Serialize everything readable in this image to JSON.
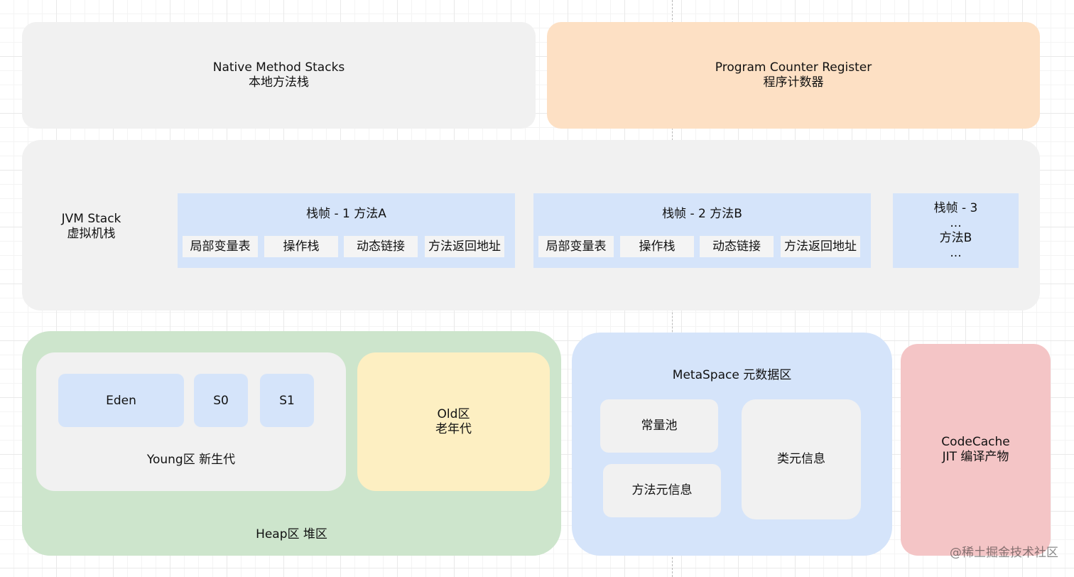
{
  "native_method_stacks": {
    "line1": "Native Method Stacks",
    "line2": "本地方法栈"
  },
  "program_counter_register": {
    "line1": "Program Counter Register",
    "line2": "程序计数器"
  },
  "jvm_stack": {
    "label_line1": "JVM Stack",
    "label_line2": "虚拟机栈",
    "frames": [
      {
        "title": "栈帧 - 1 方法A",
        "cells": [
          "局部变量表",
          "操作栈",
          "动态链接",
          "方法返回地址"
        ]
      },
      {
        "title": "栈帧 - 2 方法B",
        "cells": [
          "局部变量表",
          "操作栈",
          "动态链接",
          "方法返回地址"
        ]
      }
    ],
    "frame3": {
      "line1": "栈帧 - 3",
      "line2": "...",
      "line3": "方法B",
      "line4": "..."
    }
  },
  "heap": {
    "label": "Heap区 堆区",
    "young": {
      "eden": "Eden",
      "s0": "S0",
      "s1": "S1",
      "label": "Young区 新生代"
    },
    "old": {
      "line1": "Old区",
      "line2": "老年代"
    }
  },
  "metaspace": {
    "title": "MetaSpace 元数据区",
    "constant_pool": "常量池",
    "method_meta": "方法元信息",
    "class_meta": "类元信息"
  },
  "codecache": {
    "line1": "CodeCache",
    "line2": "JIT 编译产物"
  },
  "watermark": "@稀土掘金技术社区",
  "colors": {
    "gray_block": "#f1f1f1",
    "orange_block": "#fde0c4",
    "blue_block": "#d5e4fa",
    "green_block": "#cde5cc",
    "yellow_block": "#fdefc2",
    "red_block": "#f4c5c6"
  }
}
